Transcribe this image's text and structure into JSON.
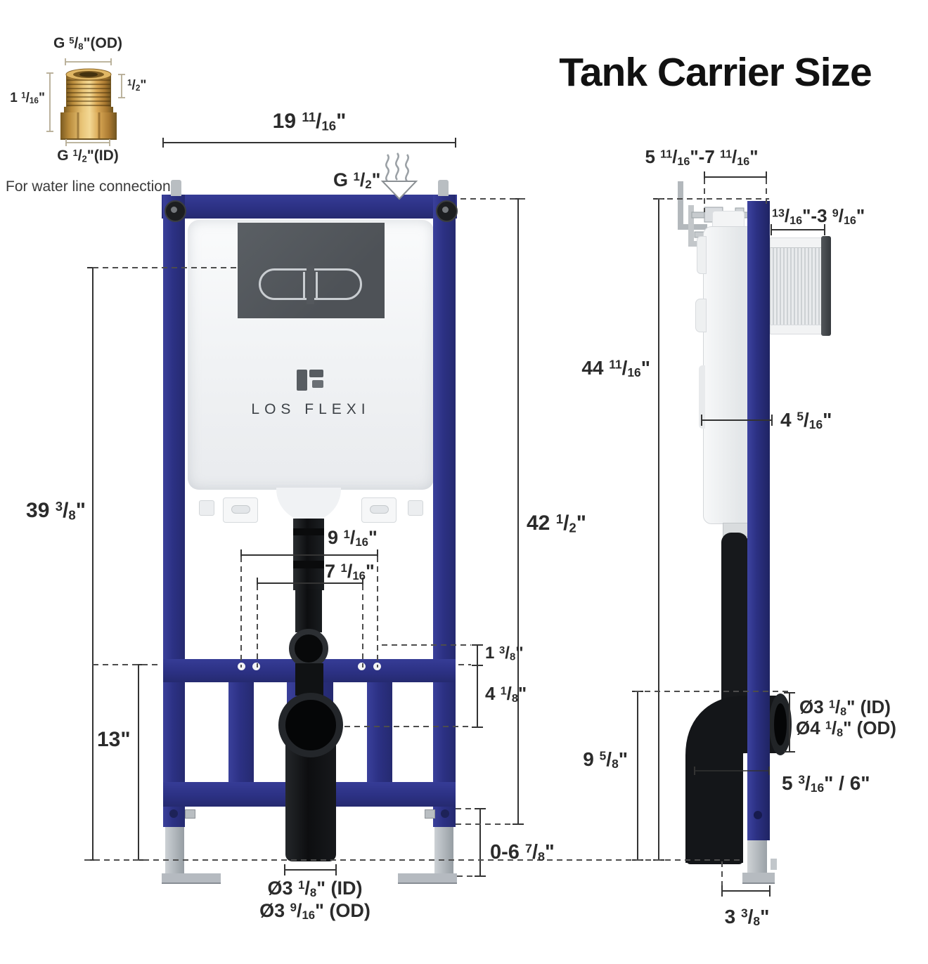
{
  "title": "Tank Carrier Size",
  "fitting": {
    "caption": "For water line connection",
    "dim_top": "G 5/8\"(OD)",
    "dim_left": "1 1/16\"",
    "dim_right": "1/2\"",
    "dim_bottom": "G 1/2\"(ID)"
  },
  "front": {
    "logo": "LOS FLEXI",
    "width": "19 11/16\"",
    "inlet": "G 1/2\"",
    "overall_height": "42 1/2\"",
    "frame_height": "39 3/8\"",
    "lower_bar_height": "13\"",
    "flush_pipe_offset_outer": "9 1/16\"",
    "flush_pipe_offset_inner": "7 1/16\"",
    "fixing_hole_gap": "1 3/8\"",
    "hole_to_drain_center": "4 1/8\"",
    "foot_adjust_range": "0-6 7/8\"",
    "drain_id": "Ø3 1/8\"  (ID)",
    "drain_od": "Ø3 9/16\"  (OD)"
  },
  "side": {
    "depth_range": "5 11/16\"-7 11/16\"",
    "actuator_depth_range": "13/16\"-3 9/16\"",
    "overall_height": "44 11/16\"",
    "tank_depth": "4 5/16\"",
    "outlet_center_height": "9 5/8\"",
    "outlet_id": "Ø3 1/8\"  (ID)",
    "outlet_od": "Ø4 1/8\"  (OD)",
    "outlet_pipe_length": "5 3/16\" / 6\"",
    "foot_depth": "3 3/8\""
  },
  "colors": {
    "frame_blue": "#2c3184",
    "pipe_black": "#17191c",
    "brass": "#c9984a",
    "text": "#2b2b2b"
  }
}
